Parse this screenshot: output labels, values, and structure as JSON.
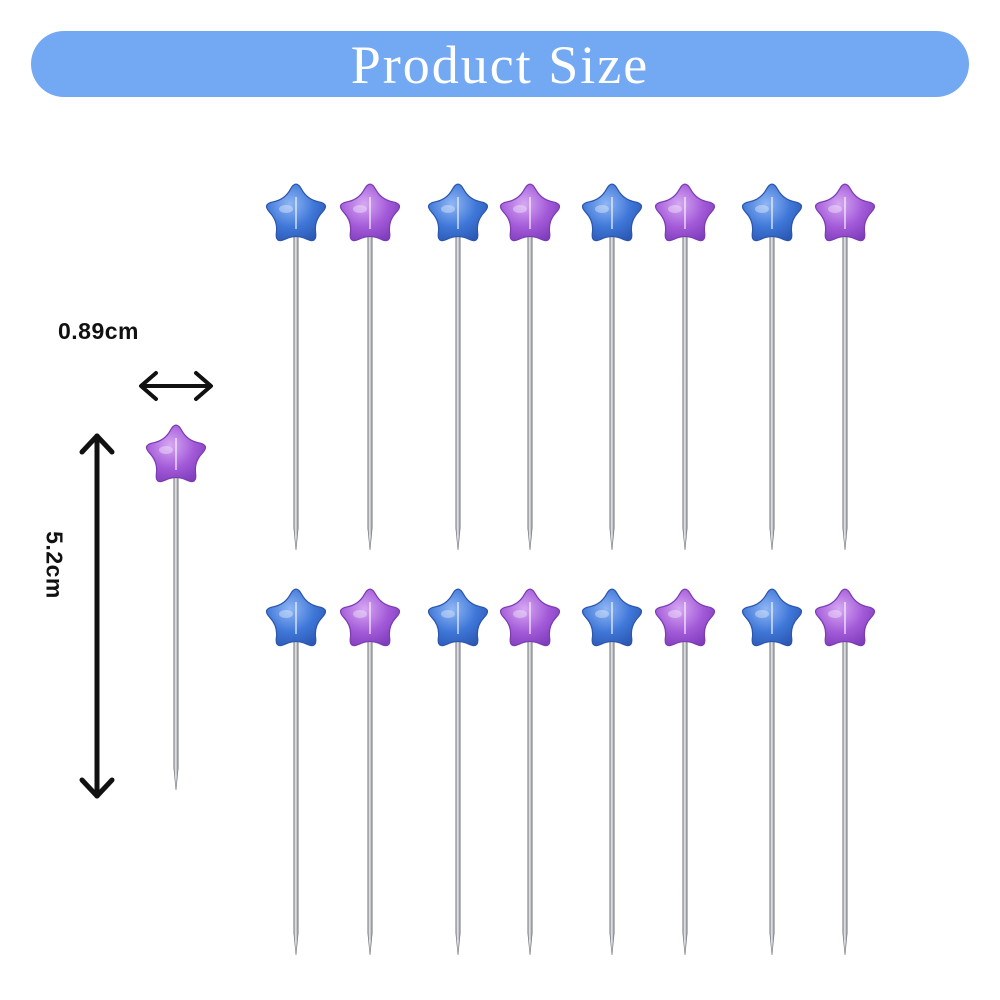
{
  "banner": {
    "title": "Product Size",
    "color": "#73a8f2"
  },
  "dimensions": {
    "width_label": "0.89cm",
    "length_label": "5.2cm"
  },
  "pins": {
    "head_shape": "star",
    "head_colors": [
      "#3f77d8",
      "#a35ad8"
    ],
    "rows": 2,
    "per_row": 8,
    "color_pattern": [
      "blue",
      "purple",
      "blue",
      "purple",
      "blue",
      "purple",
      "blue",
      "purple"
    ]
  },
  "icons": {
    "width_arrow": "double-arrow-horizontal-icon",
    "length_arrow": "double-arrow-vertical-icon"
  }
}
